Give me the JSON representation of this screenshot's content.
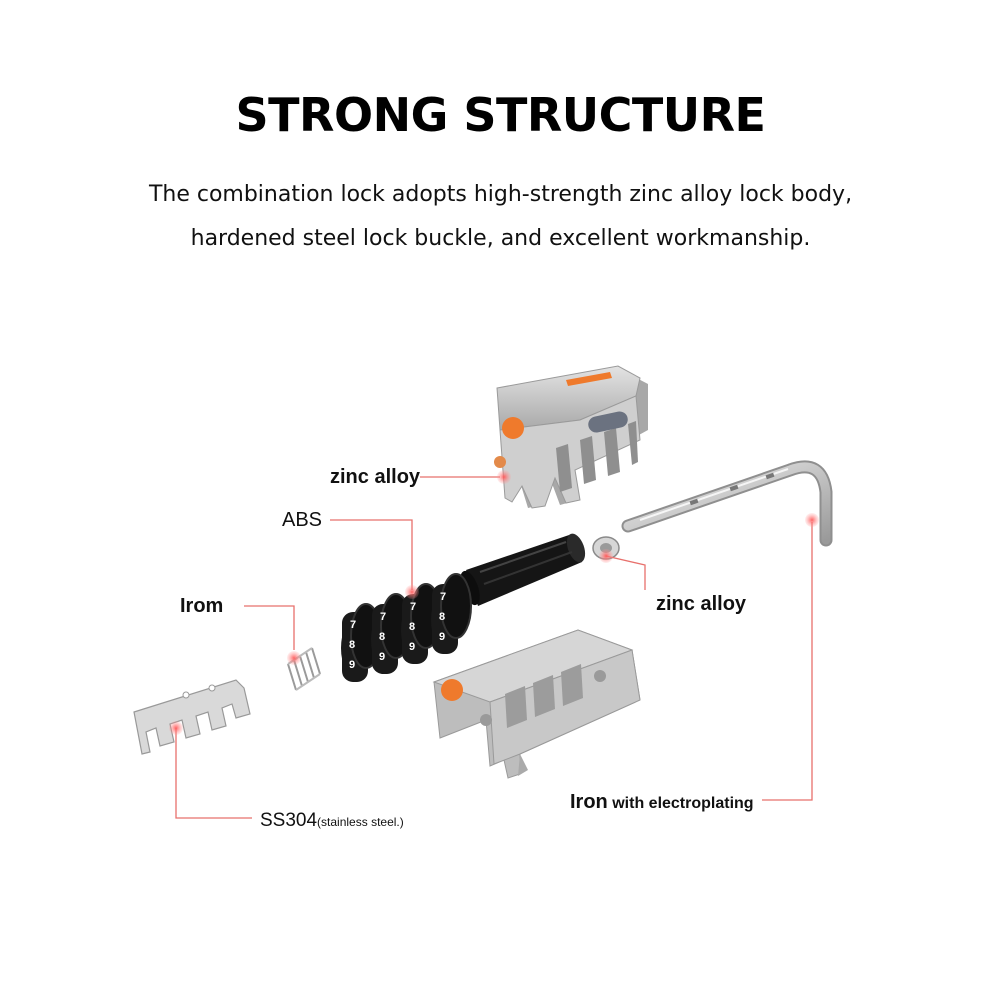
{
  "title": "STRONG STRUCTURE",
  "subtitle_line1": "The combination lock adopts high-strength zinc alloy lock body,",
  "subtitle_line2": "hardened steel lock buckle, and excellent workmanship.",
  "labels": {
    "zinc_alloy_top": "zinc alloy",
    "abs": "ABS",
    "irom": "Irom",
    "zinc_alloy_right": "zinc alloy",
    "ss304_main": "SS304",
    "ss304_note": "(stainless steel.)",
    "iron_main": "Iron",
    "iron_note": " with electroplating"
  },
  "dial_digits": [
    "7",
    "8",
    "9",
    "7",
    "8",
    "9",
    "7",
    "8",
    "9",
    "7",
    "8",
    "9"
  ],
  "colors": {
    "leader_line": "#e8706c",
    "marker": "#f07070",
    "orange": "#ef7a2c",
    "metal": "#c9c9c9",
    "dial": "#1a1a1a"
  }
}
